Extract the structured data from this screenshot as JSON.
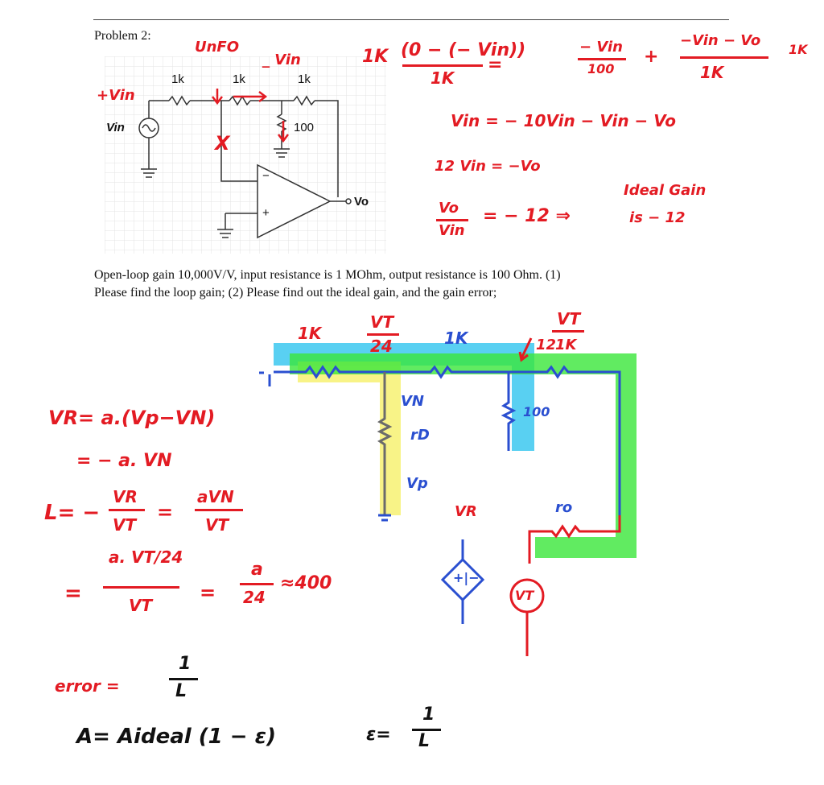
{
  "header": {
    "problem_label": "Problem 2:"
  },
  "schematic": {
    "r1": "1k",
    "r2": "1k",
    "r3": "1k",
    "r4": "100",
    "vin": "Vin",
    "vo": "Vo",
    "plus": "+",
    "minus": "−"
  },
  "annotations_top": {
    "vneg_label": "UnFO",
    "vn_label": "_ Vin",
    "plus_vin": "+Vin",
    "x_mark": "X",
    "eq1_left": "1K",
    "eq1_num": "(0 − (− Vin))",
    "eq1_den": "1K",
    "eq1_equals": "=",
    "eq1_right_a_num": "− Vin",
    "eq1_right_a_den": "100",
    "eq1_plus": "+",
    "eq1_right_b_num": "−Vin − Vo",
    "eq1_right_b_den": "1K",
    "eq1_tail": "1K",
    "eq2": "Vin = − 10Vin − Vin − Vo",
    "eq3": "12 Vin = −Vo",
    "eq4_num": "Vo",
    "eq4_den": "Vin",
    "eq4_rest": "= − 12 ⇒",
    "ideal_1": "Ideal Gain",
    "ideal_2": "is − 12"
  },
  "question": {
    "line1": "Open-loop gain 10,000V/V, input resistance is 1 MOhm, output resistance is 100 Ohm. (1)",
    "line2": "Please find the loop gain; (2) Please find out the ideal gain, and the gain error;"
  },
  "annotations_bottom": {
    "r_left": "1K",
    "r_mid": "1K",
    "vt_24_num": "VT",
    "vt_24_den": "24",
    "vt_12_num": "VT",
    "vt_12_den": "12",
    "r_right": "1K",
    "vn": "VN",
    "rd": "rD",
    "vp": "Vp",
    "r100": "100",
    "vr": "VR",
    "ro": "ro",
    "vt_source": "VT",
    "dep_source": "+|−",
    "vr_eq": "VR= a.(Vp−VN)",
    "vr_eq2": "= − a. VN",
    "l_eq_left": "L= −",
    "l_frac1_num": "VR",
    "l_frac1_den": "VT",
    "l_eq_eq": "=",
    "l_frac2_num": "aVN",
    "l_frac2_den": "VT",
    "l2_eq": "=",
    "l2_num": "a. VT/24",
    "l2_den": "VT",
    "l2_eq2": "=",
    "l2_frac_num": "a",
    "l2_frac_den": "24",
    "l2_approx": "≈400",
    "error_eq": "error =",
    "error_num": "1",
    "error_den": "L",
    "a_eq": "A= Aideal (1 − ε)",
    "eps_eq": "ε=",
    "eps_num": "1",
    "eps_den": "L"
  },
  "colors": {
    "red": "#e31b23",
    "blue": "#2a4fd0",
    "green": "#39e639",
    "cyan": "#3cc8f0",
    "yellow": "#f7f27a",
    "grid": "#e3e3e3"
  }
}
